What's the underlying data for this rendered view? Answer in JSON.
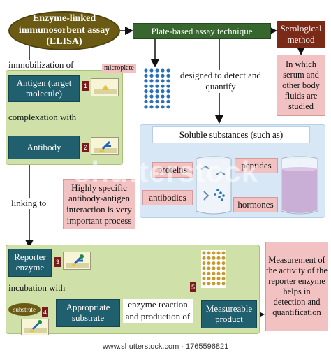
{
  "title": "Enzyme-linked immunosorbent assay (ELISA)",
  "plate_technique": "Plate-based assay technique",
  "serological": "Serological method",
  "serum_note": "In which serum and other body fluids are studied",
  "designed": "designed to detect and quantify",
  "immobilization": "immobilization of",
  "antigen": "Antigen (target molecule)",
  "microplate": "microplate",
  "complexation": "complexation with",
  "antibody": "Antibody",
  "soluble_title": "Soluble substances (such as)",
  "proteins": "proteins",
  "peptides": "peptides",
  "antibodies": "antibodies",
  "hormones": "hormones",
  "specific_note": "Highly specific antibody-antigen interaction is very important process",
  "linking": "linking to",
  "reporter": "Reporter enzyme",
  "incubation": "incubation with",
  "substrate_tag": "substrate",
  "appropriate": "Appropriate substrate",
  "enzyme_reaction": "enzyme reaction and production of",
  "measurable": "Measureable product",
  "measurement_note": "Measurement of the activity of the reporter enzyme helps in detection and quantification",
  "step_numbers": [
    "1",
    "2",
    "3",
    "4",
    "5"
  ],
  "watermark": "shutterstock",
  "footer": "www.shutterstock.com · 1765596821",
  "colors": {
    "olive": "#6b5a14",
    "teal": "#1f5f6e",
    "dark_green": "#37672f",
    "brown": "#7a2a16",
    "pink": "#f2c2c2",
    "green_panel": "#cfe0a8",
    "blue_panel": "#d7e7f6"
  }
}
